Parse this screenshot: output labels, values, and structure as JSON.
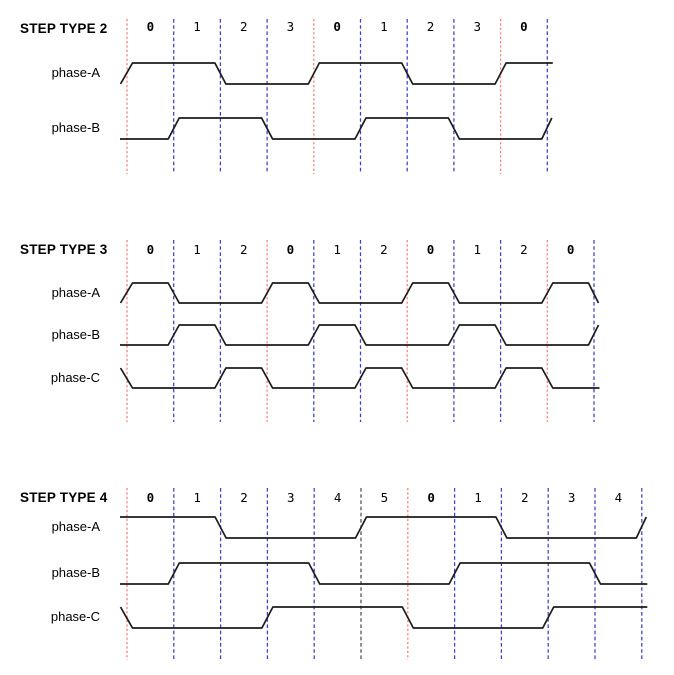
{
  "palette": {
    "waveform": "#1c1c1c",
    "grid_red": "#ff7a7a",
    "grid_blue": "#3e3ecb",
    "grid_black": "#4d4d4d",
    "text": "#000000",
    "background": "#ffffff"
  },
  "diagrams": [
    {
      "title": "STEP TYPE 2",
      "steps": [
        {
          "text": "0",
          "bold": true
        },
        {
          "text": "1",
          "bold": false
        },
        {
          "text": "2",
          "bold": false
        },
        {
          "text": "3",
          "bold": false
        },
        {
          "text": "0",
          "bold": true
        },
        {
          "text": "1",
          "bold": false
        },
        {
          "text": "2",
          "bold": false
        },
        {
          "text": "3",
          "bold": false
        },
        {
          "text": "0",
          "bold": true
        }
      ],
      "lines": [
        "red",
        "blue",
        "blue",
        "blue",
        "red",
        "blue",
        "blue",
        "blue",
        "red",
        "blue"
      ],
      "phases": [
        {
          "name": "phase-A",
          "pre": 0,
          "levels": [
            1,
            1,
            0,
            0,
            1,
            1,
            0,
            0,
            1
          ],
          "post": "flat"
        },
        {
          "name": "phase-B",
          "pre": 0,
          "levels": [
            0,
            1,
            1,
            0,
            0,
            1,
            1,
            0,
            0
          ],
          "post": "rise"
        }
      ]
    },
    {
      "title": "STEP TYPE 3",
      "steps": [
        {
          "text": "0",
          "bold": true
        },
        {
          "text": "1",
          "bold": false
        },
        {
          "text": "2",
          "bold": false
        },
        {
          "text": "0",
          "bold": true
        },
        {
          "text": "1",
          "bold": false
        },
        {
          "text": "2",
          "bold": false
        },
        {
          "text": "0",
          "bold": true
        },
        {
          "text": "1",
          "bold": false
        },
        {
          "text": "2",
          "bold": false
        },
        {
          "text": "0",
          "bold": true
        }
      ],
      "lines": [
        "red",
        "blue",
        "blue",
        "red",
        "blue",
        "blue",
        "red",
        "blue",
        "blue",
        "red",
        "blue"
      ],
      "phases": [
        {
          "name": "phase-A",
          "pre": 0,
          "levels": [
            1,
            0,
            0,
            1,
            0,
            0,
            1,
            0,
            0,
            1
          ],
          "post": "fall"
        },
        {
          "name": "phase-B",
          "pre": 0,
          "levels": [
            0,
            1,
            0,
            0,
            1,
            0,
            0,
            1,
            0,
            0
          ],
          "post": "rise"
        },
        {
          "name": "phase-C",
          "pre": 1,
          "levels": [
            0,
            0,
            1,
            0,
            0,
            1,
            0,
            0,
            1,
            0
          ],
          "post": "flat"
        }
      ]
    },
    {
      "title": "STEP TYPE 4",
      "steps": [
        {
          "text": "0",
          "bold": true
        },
        {
          "text": "1",
          "bold": false
        },
        {
          "text": "2",
          "bold": false
        },
        {
          "text": "3",
          "bold": false
        },
        {
          "text": "4",
          "bold": false
        },
        {
          "text": "5",
          "bold": false
        },
        {
          "text": "0",
          "bold": true
        },
        {
          "text": "1",
          "bold": false
        },
        {
          "text": "2",
          "bold": false
        },
        {
          "text": "3",
          "bold": false
        },
        {
          "text": "4",
          "bold": false
        }
      ],
      "lines": [
        "red",
        "blue",
        "blue",
        "blue",
        "blue",
        "black",
        "red",
        "blue",
        "blue",
        "blue",
        "blue",
        "blue"
      ],
      "phases": [
        {
          "name": "phase-A",
          "pre": 1,
          "levels": [
            1,
            1,
            0,
            0,
            0,
            1,
            1,
            1,
            0,
            0,
            0
          ],
          "post": "rise"
        },
        {
          "name": "phase-B",
          "pre": 0,
          "levels": [
            0,
            1,
            1,
            1,
            0,
            0,
            0,
            1,
            1,
            1,
            0
          ],
          "post": "flat"
        },
        {
          "name": "phase-C",
          "pre": 1,
          "levels": [
            0,
            0,
            0,
            1,
            1,
            1,
            0,
            0,
            0,
            1,
            1
          ],
          "post": "flat"
        }
      ]
    }
  ]
}
